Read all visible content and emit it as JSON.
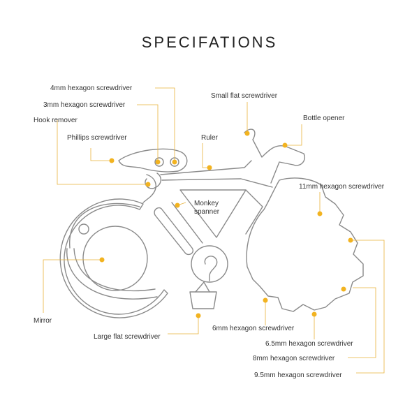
{
  "title": "SPECIFATIONS",
  "colors": {
    "accent": "#f2b320",
    "leader": "#e8b13a",
    "outline": "#8a8a8a"
  },
  "labels": [
    {
      "id": "hex4",
      "text": "4mm hexagon screwdriver"
    },
    {
      "id": "hex3",
      "text": "3mm hexagon screwdriver"
    },
    {
      "id": "hook",
      "text": "Hook remover"
    },
    {
      "id": "phillips",
      "text": "Phillips screwdriver"
    },
    {
      "id": "ruler",
      "text": "Ruler"
    },
    {
      "id": "smallflat",
      "text": "Small flat screwdriver"
    },
    {
      "id": "bottle",
      "text": "Bottle opener"
    },
    {
      "id": "hex11",
      "text": "11mm hexagon screwdriver"
    },
    {
      "id": "monkey1",
      "text": "Monkey"
    },
    {
      "id": "monkey2",
      "text": "spanner"
    },
    {
      "id": "mirror",
      "text": "Mirror"
    },
    {
      "id": "largeflat",
      "text": "Large flat screwdriver"
    },
    {
      "id": "hex6",
      "text": "6mm hexagon screwdriver"
    },
    {
      "id": "hex65",
      "text": "6.5mm hexagon screwdriver"
    },
    {
      "id": "hex8",
      "text": "8mm hexagon screwdriver"
    },
    {
      "id": "hex95",
      "text": "9.5mm hexagon screwdriver"
    }
  ]
}
